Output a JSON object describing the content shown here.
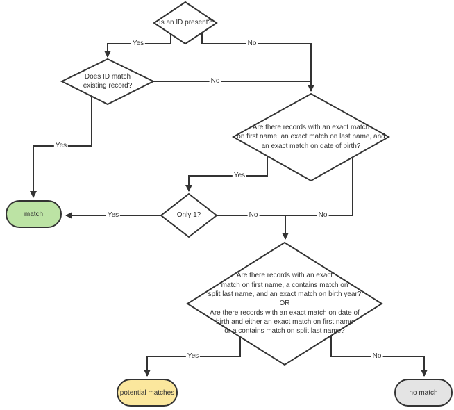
{
  "diagram_type": "flowchart",
  "colors": {
    "stroke": "#333333",
    "text": "#333333",
    "match_fill": "#bce3a4",
    "potential_matches_fill": "#fbe79d",
    "no_match_fill": "#e4e4e4",
    "background": "#ffffff"
  },
  "nodes": {
    "is_id_present": {
      "type": "decision",
      "label": "Is an ID present?"
    },
    "does_id_match": {
      "type": "decision",
      "label": "Does ID match\nexisting record?"
    },
    "exact_match_check": {
      "type": "decision",
      "label": "Are there records with an exact match\non first name, an exact match on last name, and\nan exact match on date of birth?"
    },
    "only_one": {
      "type": "decision",
      "label": "Only 1?"
    },
    "fuzzy_match_check": {
      "type": "decision",
      "label": "Are there records with an exact\nmatch on first name, a contains match on\nsplit last name, and an exact match on birth year?\nOR\nAre there records with an exact match on date of\nbirth and either an exact match on first name\nor a contains match on split last name?"
    },
    "match": {
      "type": "terminal",
      "label": "match",
      "fill": "#bce3a4"
    },
    "potential_matches": {
      "type": "terminal",
      "label": "potential matches",
      "fill": "#fbe79d"
    },
    "no_match": {
      "type": "terminal",
      "label": "no match",
      "fill": "#e4e4e4"
    }
  },
  "edge_labels": {
    "id_present_yes": "Yes",
    "id_present_no": "No",
    "id_match_no": "No",
    "id_match_yes": "Yes",
    "exact_match_yes": "Yes",
    "only_one_yes": "Yes",
    "only_one_no": "No",
    "exact_match_no": "No",
    "fuzzy_yes": "Yes",
    "fuzzy_no": "No"
  }
}
